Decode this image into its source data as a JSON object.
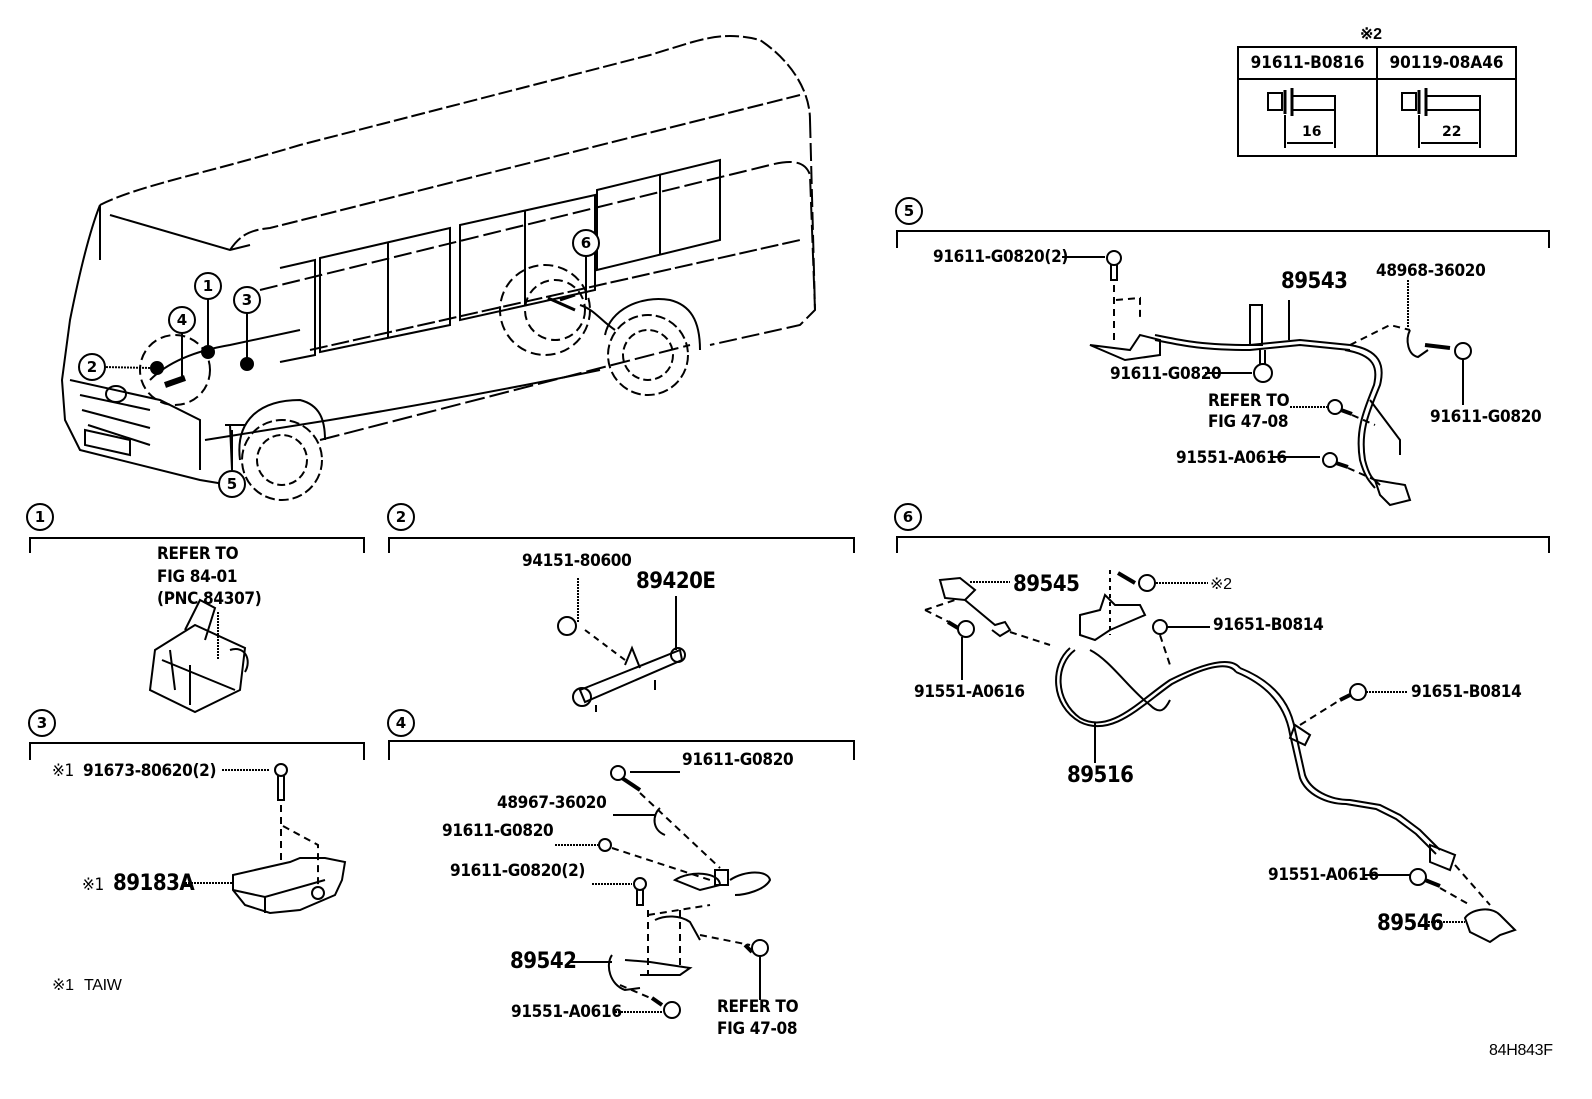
{
  "figure_code": "84H843F",
  "footnote": {
    "mark": "※1",
    "text": "TAIW"
  },
  "spec_table": {
    "mark": "※2",
    "columns": [
      {
        "part_number": "91611-B0816",
        "length": "16"
      },
      {
        "part_number": "90119-08A46",
        "length": "22"
      }
    ]
  },
  "vehicle": {
    "callouts": [
      "1",
      "2",
      "3",
      "4",
      "5",
      "6"
    ]
  },
  "sections": [
    {
      "id": "1",
      "labels": {
        "refer": "REFER TO",
        "fig": "FIG 84-01",
        "pnc": "(PNC 84307)"
      }
    },
    {
      "id": "2",
      "labels": {
        "nut": "94151-80600",
        "part": "89420E"
      }
    },
    {
      "id": "3",
      "labels": {
        "bolt_mark": "※1",
        "bolt": "91673-80620(2)",
        "part_mark": "※1",
        "part": "89183A"
      }
    },
    {
      "id": "4",
      "labels": {
        "bolt_top": "91611-G0820",
        "bracket": "48967-36020",
        "bolt_mid": "91611-G0820",
        "bolt_pair": "91611-G0820(2)",
        "part": "89542",
        "bolt_bottom": "91551-A0616",
        "refer": "REFER TO",
        "fig": "FIG 47-08"
      }
    },
    {
      "id": "5",
      "labels": {
        "bolt_pair": "91611-G0820(2)",
        "part": "89543",
        "bracket": "48968-36020",
        "bolt_center": "91611-G0820",
        "refer": "REFER TO",
        "fig": "FIG 47-08",
        "bolt_right": "91611-G0820",
        "bolt_bottom": "91551-A0616"
      }
    },
    {
      "id": "6",
      "labels": {
        "sensor_front": "89545",
        "bolt_ref_mark": "※2",
        "bolt_clamp": "91651-B0814",
        "bolt_left": "91551-A0616",
        "harness": "89516",
        "bolt_clamp_2": "91651-B0814",
        "bolt_bottom": "91551-A0616",
        "sensor_rear": "89546"
      }
    }
  ]
}
